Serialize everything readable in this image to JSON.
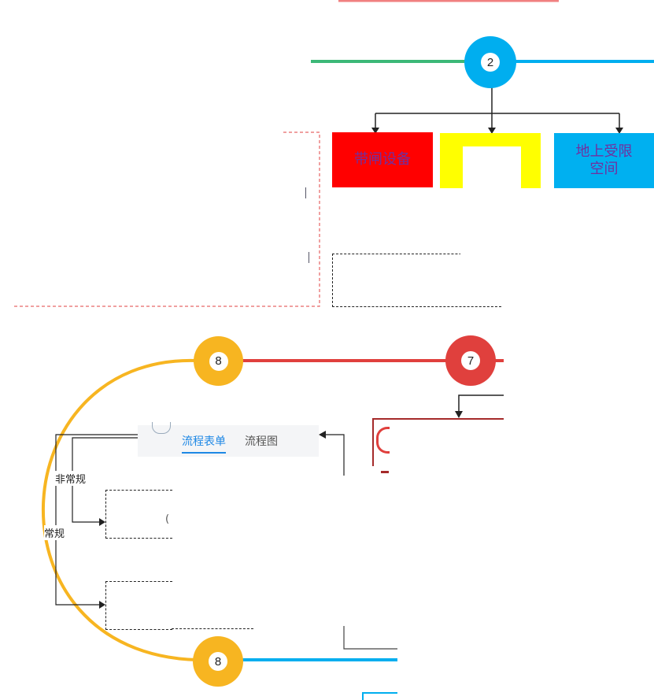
{
  "stations": {
    "s2": {
      "number": "2",
      "color": "#00aeef"
    },
    "s7": {
      "number": "7",
      "color": "#e0403d"
    },
    "s8_top": {
      "number": "8",
      "color": "#f7b521"
    },
    "s8_bottom": {
      "number": "8",
      "color": "#f7b521"
    }
  },
  "boxes": {
    "red": {
      "label": "带闸设备",
      "color": "#ff0000"
    },
    "yellow": {
      "label": "",
      "color": "#ffff00"
    },
    "blue": {
      "label": "地上受限\n空间",
      "color": "#00b0f0"
    }
  },
  "tabs": {
    "active": "流程表单",
    "inactive": "流程图"
  },
  "branch_labels": {
    "nonroutine": "非常规",
    "routine": "常规"
  },
  "colors": {
    "green_line": "#3cb878",
    "blue_line": "#00aeef",
    "red_line": "#e0403d",
    "yellow_line": "#f7b521",
    "dark_red_box": "#a52a2a",
    "dashed_red": "#e04040"
  }
}
